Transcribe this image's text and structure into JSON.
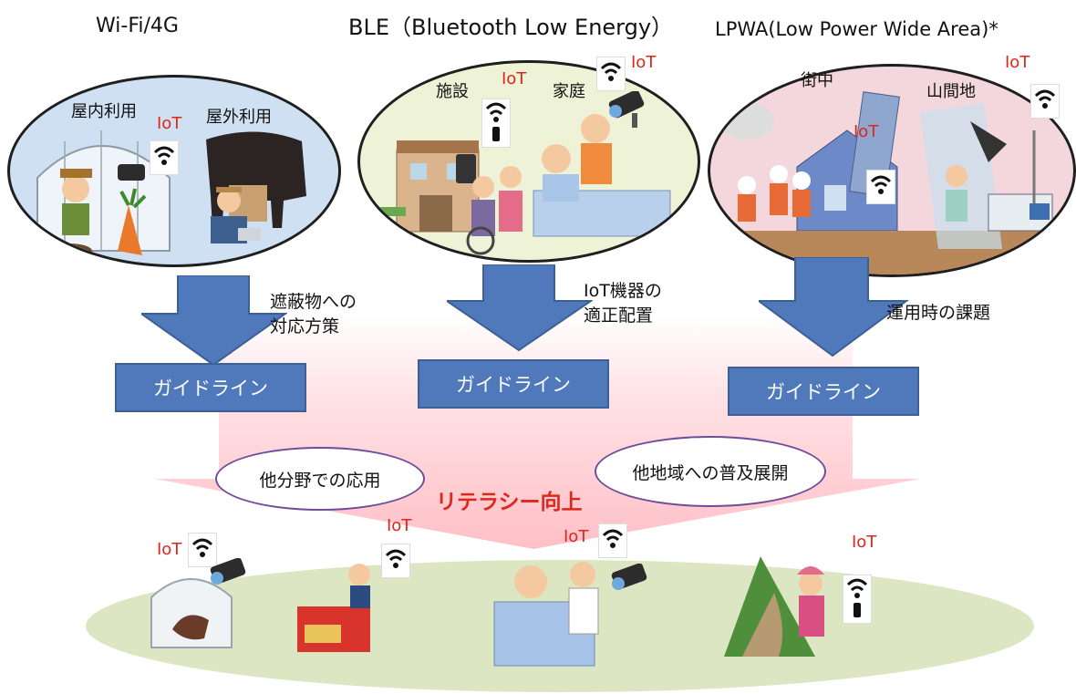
{
  "headers": {
    "wifi": "Wi-Fi/4G",
    "ble": "BLE（Bluetooth Low Energy）",
    "lpwa": "LPWA(Low Power Wide Area)*"
  },
  "scene1": {
    "left_label": "屋内利用",
    "right_label": "屋外利用",
    "iot": "IoT"
  },
  "scene2": {
    "left_label": "施設",
    "right_label": "家庭",
    "iot1": "IoT",
    "iot2": "IoT"
  },
  "scene3": {
    "left_label": "街中",
    "right_label": "山間地",
    "iot1": "IoT",
    "iot2": "IoT"
  },
  "notes": {
    "note1": [
      "遮蔽物への",
      "対応方策"
    ],
    "note2": [
      "IoT機器の",
      "適正配置"
    ],
    "note3": "運用時の課題"
  },
  "guidelines": [
    "ガイドライン",
    "ガイドライン",
    "ガイドライン"
  ],
  "applications": {
    "left": "他分野での応用",
    "right": "他地域への普及展開"
  },
  "literacy": "リテラシー向上",
  "bottom_iot": [
    "IoT",
    "IoT",
    "IoT",
    "IoT"
  ],
  "colors": {
    "arrow_blue": "#4f79ba",
    "guideline_blue": "#4f79ba",
    "iot_red": "#e0261b",
    "application_border": "#6c4c9b",
    "bottom_field": "#dde6c2",
    "scene1_bg": "#cfe0f2",
    "scene2_bg": "#eef3d8",
    "scene3_bg": "#f3d7dc",
    "pink_arrow": "#ffd0d5"
  },
  "icons": [
    "wifi-icon",
    "bluetooth-tag-icon",
    "camera-icon"
  ]
}
